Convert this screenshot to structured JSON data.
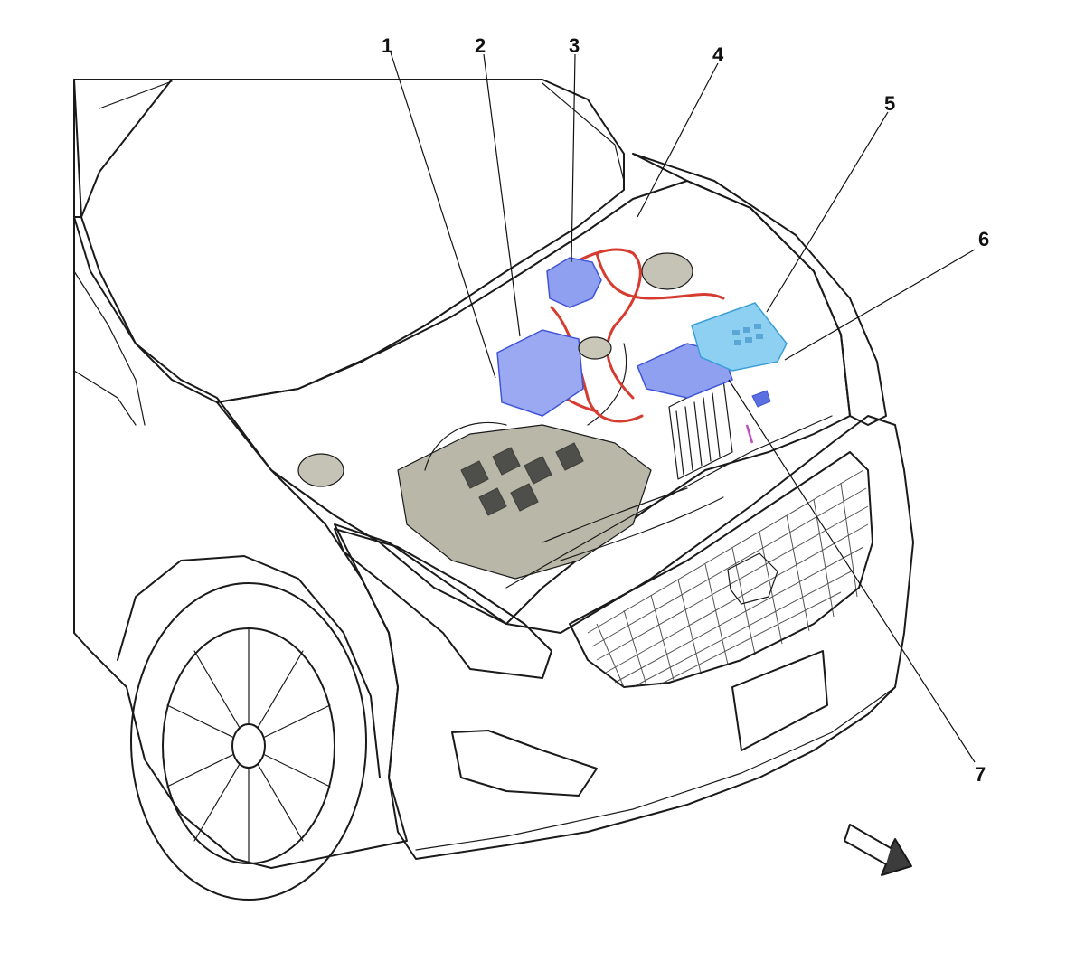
{
  "diagram": {
    "colors": {
      "body_fill": "#d6d5c6",
      "engine_bay_fill": "#c9c8b8",
      "shadow_fill": "#b9b8a8",
      "outline": "#1a1a1a",
      "highlight_blue": "#5b6fe0",
      "highlight_cyan": "#7fc6ec",
      "highlight_red": "#d63b30",
      "highlight_magenta": "#c04dc0"
    },
    "icons": {
      "view_direction": "forward-arrow-icon"
    },
    "callouts": [
      {
        "num": "1"
      },
      {
        "num": "2"
      },
      {
        "num": "3"
      },
      {
        "num": "4"
      },
      {
        "num": "5"
      },
      {
        "num": "6"
      },
      {
        "num": "7"
      }
    ]
  }
}
